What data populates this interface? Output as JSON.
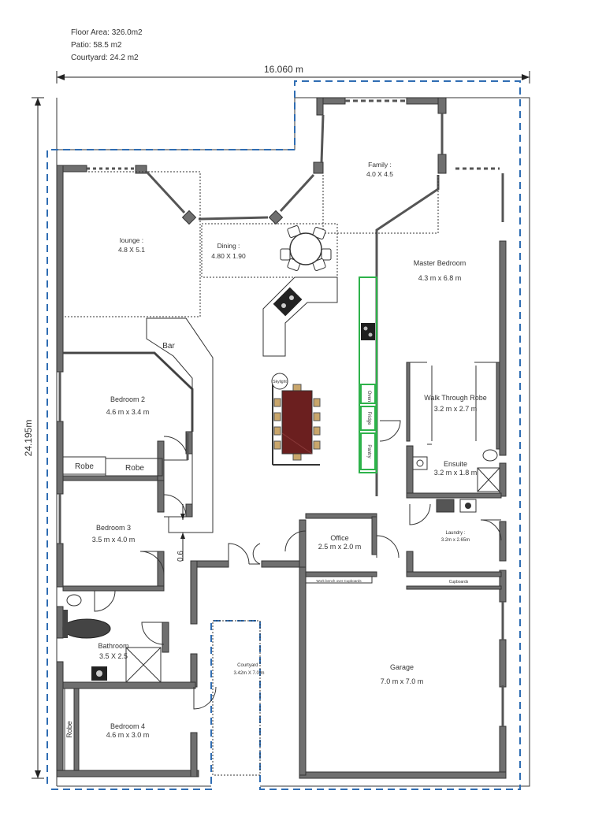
{
  "summary": {
    "floor_area": "Floor Area: 326.0m2",
    "patio": "Patio: 58.5 m2",
    "courtyard": "Courtyard: 24.2 m2"
  },
  "dimensions": {
    "width": "16.060 m",
    "depth": "24.195m",
    "gap": "0.6"
  },
  "rooms": {
    "family": {
      "name": "Family :",
      "size": "4.0 X 4.5"
    },
    "lounge": {
      "name": "lounge :",
      "size": "4.8 X 5.1"
    },
    "dining": {
      "name": "Dining :",
      "size": "4.80 X 1.90"
    },
    "master": {
      "name": "Master Bedroom",
      "size": "4.3 m x 6.8 m"
    },
    "bar": {
      "name": "Bar"
    },
    "bedroom2": {
      "name": "Bedroom 2",
      "size": "4.6 m x 3.4 m"
    },
    "wir": {
      "name": "Walk Through Robe",
      "size": "3.2 m x 2.7 m"
    },
    "ensuite": {
      "name": "Ensuite",
      "size": "3.2 m x 1.8 m"
    },
    "bedroom3": {
      "name": "Bedroom 3",
      "size": "3.5 m x 4.0 m"
    },
    "office": {
      "name": "Office",
      "size": "2.5 m x 2.0 m"
    },
    "laundry": {
      "name": "Laundry :",
      "size": "3.2m x 2.65m"
    },
    "bathroom": {
      "name": "Bathroom",
      "size": "3.5 X 2.5"
    },
    "courtyard": {
      "name": "Courtyard :",
      "size": "3.42m X 7.0 m"
    },
    "garage": {
      "name": "Garage",
      "size": "7.0 m x 7.0 m"
    },
    "bedroom4": {
      "name": "Bedroom 4",
      "size": "4.6 m x 3.0 m"
    }
  },
  "fixtures": {
    "robe1": "Robe",
    "robe2": "Robe",
    "robe_b4": "Robe",
    "oven": "Oven",
    "fridge": "Fridge",
    "pantry": "Pantry",
    "skylight": "Skylight",
    "cupboards_office": "Work bench over Cupboards",
    "cupboards_laundry": "Cupboards"
  },
  "colors": {
    "wall": "#6f6f6f",
    "patio_outline": "#2f6db3",
    "kitchen_outline": "#2db24a",
    "table": "#6b1f1f"
  }
}
